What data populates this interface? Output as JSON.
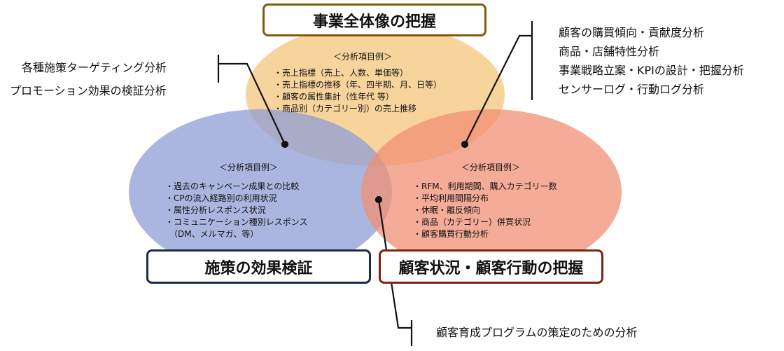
{
  "colors": {
    "top_ellipse": "#f6c57c",
    "left_ellipse": "#8f9dd6",
    "right_ellipse": "#f08f74",
    "top_box_border": "#7f5b10",
    "left_box_border": "#1c2a4a",
    "right_box_border": "#7a2410",
    "connector": "#111111"
  },
  "titles": {
    "top": "事業全体像の把握",
    "left": "施策の効果検証",
    "right": "顧客状況・顧客行動の把握"
  },
  "sections": {
    "top": {
      "heading": "＜分析項目例＞",
      "items": [
        "・売上指標（売上、人数、単価等）",
        "・売上指標の推移（年、四半期、月、日等）",
        "・顧客の属性集計（性年代 等）",
        "・商品別（カテゴリー別）の売上推移"
      ]
    },
    "left": {
      "heading": "＜分析項目例＞",
      "items": [
        "・過去のキャンペーン成果との比較",
        "・CPの流入経路別の利用状況",
        "・属性分析レスポンス状況",
        "・コミュニケーション種別レスポンス",
        "　（DM、メルマガ、等）"
      ]
    },
    "right": {
      "heading": "＜分析項目例＞",
      "items": [
        "・RFM、利用期間、購入カテゴリー数",
        "・平均利用間隔分布",
        "・休眠・離反傾向",
        "・商品（カテゴリー）併買状況",
        "・顧客購買行動分析"
      ]
    }
  },
  "callouts": {
    "left": [
      "各種施策ターゲティング分析",
      "プロモーション効果の検証分析"
    ],
    "right": [
      "顧客の購買傾向・貢献度分析",
      "商品・店舗特性分析",
      "事業戦略立案・KPIの設計・把握分析",
      "センサーログ・行動ログ分析"
    ],
    "bottom": [
      "顧客育成プログラムの策定のための分析"
    ]
  }
}
